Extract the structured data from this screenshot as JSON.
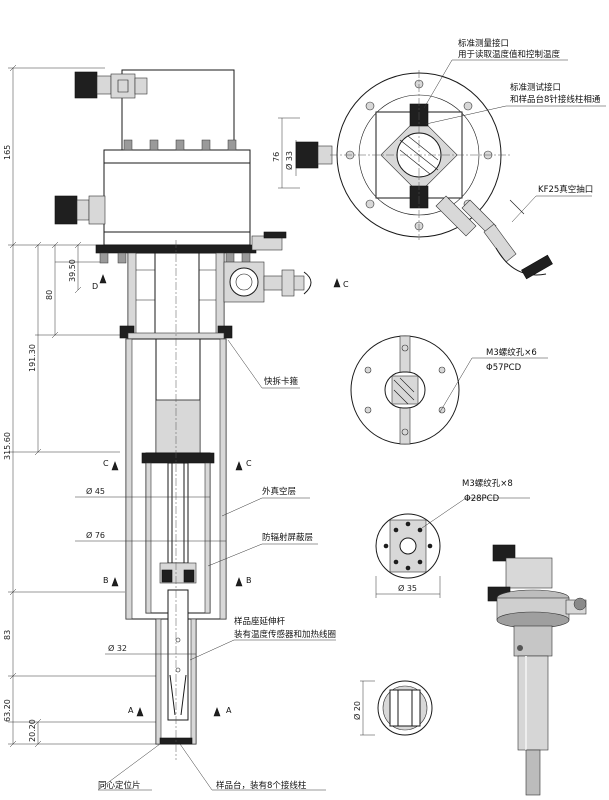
{
  "dimensions": {
    "d1": "165",
    "d2": "39.50",
    "d3": "80",
    "d4": "191.30",
    "d5": "315.60",
    "d6": "83",
    "d7": "63.20",
    "d8": "20.20",
    "dia45": "Ø 45",
    "dia76": "Ø 76",
    "dia32": "Ø 32",
    "top76": "76",
    "top33": "Ø 33",
    "dia35": "Ø 35",
    "dia20": "Ø 20"
  },
  "callouts": {
    "std_measure_port": "标准测量接口",
    "std_measure_desc": "用于读取温度值和控制温度",
    "std_test_port": "标准测试接口",
    "std_test_desc": "和样品台8针接线柱相通",
    "kf25": "KF25真空抽口",
    "quick_clamp": "快拆卡箍",
    "outer_vacuum": "外真空层",
    "radiation_shield": "防辐射屏蔽层",
    "sample_rod": "样品座延伸杆",
    "sample_rod_desc": "装有温度传感器和加热线圈",
    "concentric": "同心定位片",
    "stage": "样品台，装有8个接线柱",
    "m3_holes_1": "M3螺纹孔×6",
    "pcd57": "Φ57PCD",
    "m3_holes_2": "M3螺纹孔×8",
    "pcd28": "Φ28PCD"
  },
  "section_marks": {
    "a": "A",
    "b": "B",
    "c": "C",
    "d": "D"
  }
}
